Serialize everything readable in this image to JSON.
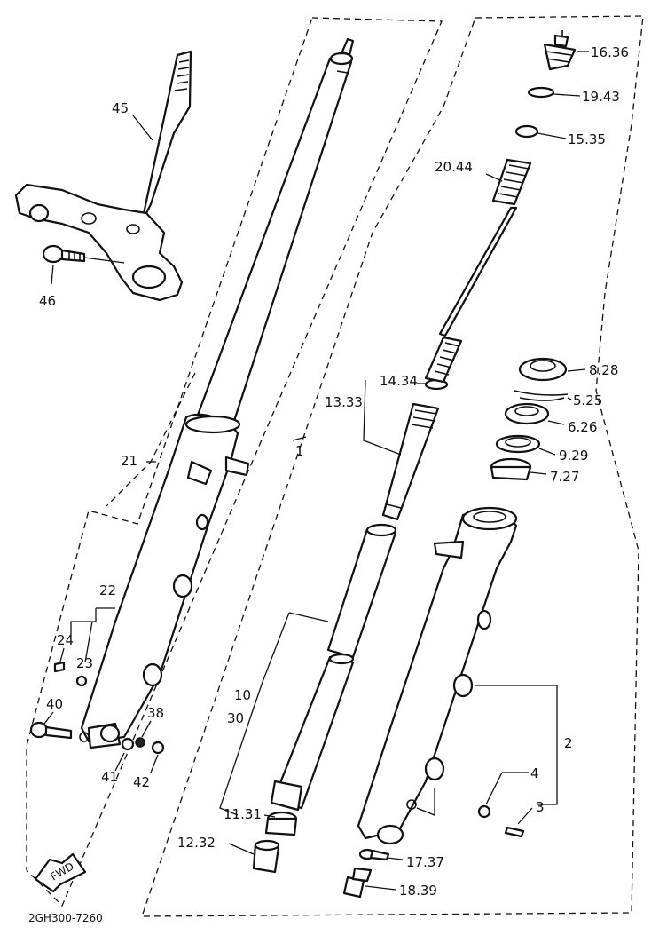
{
  "diagram_code": "2GH300-7260",
  "fwd_label": "FWD",
  "labels": {
    "l45": "45",
    "l46": "46",
    "l21": "21",
    "l22": "22",
    "l24": "24",
    "l23": "23",
    "l40": "40",
    "l38": "38",
    "l41": "41",
    "l42": "42",
    "l1": "1",
    "l13_33": "13.33",
    "l14_34": "14.34",
    "l10": "10",
    "l30": "30",
    "l11_31": "11.31",
    "l12_32": "12.32",
    "l20_44": "20.44",
    "l16_36": "16.36",
    "l19_43": "19.43",
    "l15_35": "15.35",
    "l8_28": "8.28",
    "l5_25": "5.25",
    "l6_26": "6.26",
    "l9_29": "9.29",
    "l7_27": "7.27",
    "l2": "2",
    "l4": "4",
    "l3": "3",
    "l17_37": "17.37",
    "l18_39": "18.39"
  }
}
